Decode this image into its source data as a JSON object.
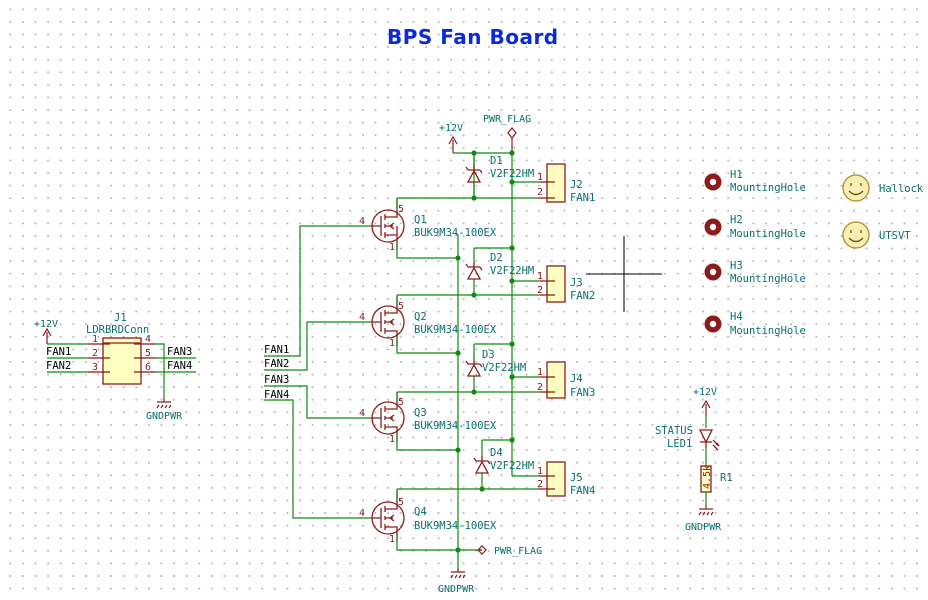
{
  "title": "BPS Fan Board",
  "connector_j1": {
    "ref": "J1",
    "value": "LDRBRDConn",
    "pins": [
      "1",
      "2",
      "3",
      "4",
      "5",
      "6"
    ],
    "power": "+12V",
    "ground": "GNDPWR",
    "nets": [
      "FAN1",
      "FAN2",
      "FAN3",
      "FAN4"
    ]
  },
  "bus_nets": [
    "FAN1",
    "FAN2",
    "FAN3",
    "FAN4"
  ],
  "top_power": {
    "label": "+12V",
    "flag": "PWR_FLAG"
  },
  "mosfets": [
    {
      "ref": "Q1",
      "value": "BUK9M34-100EX"
    },
    {
      "ref": "Q2",
      "value": "BUK9M34-100EX"
    },
    {
      "ref": "Q3",
      "value": "BUK9M34-100EX"
    },
    {
      "ref": "Q4",
      "value": "BUK9M34-100EX"
    }
  ],
  "mosfet_pins": {
    "gate": "4",
    "drain": "5",
    "source": "1"
  },
  "diodes": [
    {
      "ref": "D1",
      "value": "V2F22HM"
    },
    {
      "ref": "D2",
      "value": "V2F22HM"
    },
    {
      "ref": "D3",
      "value": "V2F22HM"
    },
    {
      "ref": "D4",
      "value": "V2F22HM"
    }
  ],
  "fan_connectors": [
    {
      "ref": "J2",
      "value": "FAN1",
      "pins": [
        "1",
        "2"
      ]
    },
    {
      "ref": "J3",
      "value": "FAN2",
      "pins": [
        "1",
        "2"
      ]
    },
    {
      "ref": "J4",
      "value": "FAN3",
      "pins": [
        "1",
        "2"
      ]
    },
    {
      "ref": "J5",
      "value": "FAN4",
      "pins": [
        "1",
        "2"
      ]
    }
  ],
  "bottom": {
    "flag": "PWR_FLAG",
    "ground": "GNDPWR"
  },
  "mounting_holes": [
    {
      "ref": "H1",
      "value": "MountingHole"
    },
    {
      "ref": "H2",
      "value": "MountingHole"
    },
    {
      "ref": "H3",
      "value": "MountingHole"
    },
    {
      "ref": "H4",
      "value": "MountingHole"
    }
  ],
  "logos": [
    {
      "label": "Hallock"
    },
    {
      "label": "UTSVT"
    }
  ],
  "status_led": {
    "power": "+12V",
    "led_value": "STATUS",
    "led_ref": "LED1",
    "resistor_ref": "R1",
    "resistor_value": "4.5k",
    "ground": "GNDPWR"
  },
  "colors": {
    "wire": "#0e8a0e",
    "symbol": "#8c1c1c",
    "symbol_fill": "#ffffc2",
    "reference_text": "#0b6e6e",
    "title": "#0b2ad8"
  }
}
